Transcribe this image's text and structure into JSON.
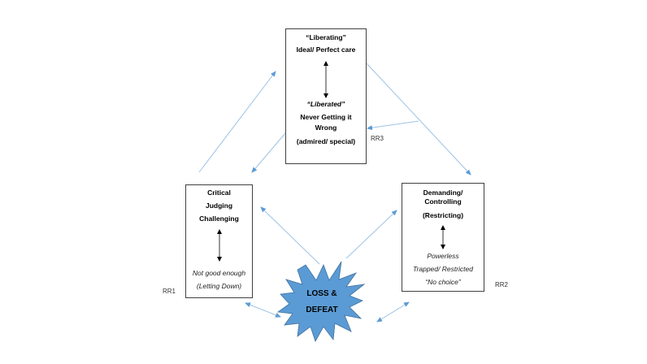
{
  "colors": {
    "arrow": "#5b9bd5",
    "arrow_light": "#9dc3e6",
    "burst_fill": "#5b9bd5",
    "burst_stroke": "#41719c",
    "box_border": "#404040"
  },
  "boxes": {
    "top": {
      "lines": [
        "“Liberating”",
        "Ideal/ Perfect care",
        "“Liberated”",
        "Never Getting it",
        "Wrong",
        "(admired/ special)"
      ],
      "label": "RR3"
    },
    "left": {
      "lines": [
        "Critical",
        "Judging",
        "Challenging",
        "Not good enough",
        "(Letting Down)"
      ],
      "label": "RR1"
    },
    "right": {
      "lines": [
        "Demanding/",
        "Controlling",
        "(Restricting)",
        "Powerless",
        "Trapped/ Restricted",
        "“No choice”"
      ],
      "label": "RR2"
    }
  },
  "center": {
    "lines": [
      "LOSS &",
      "DEFEAT"
    ]
  }
}
